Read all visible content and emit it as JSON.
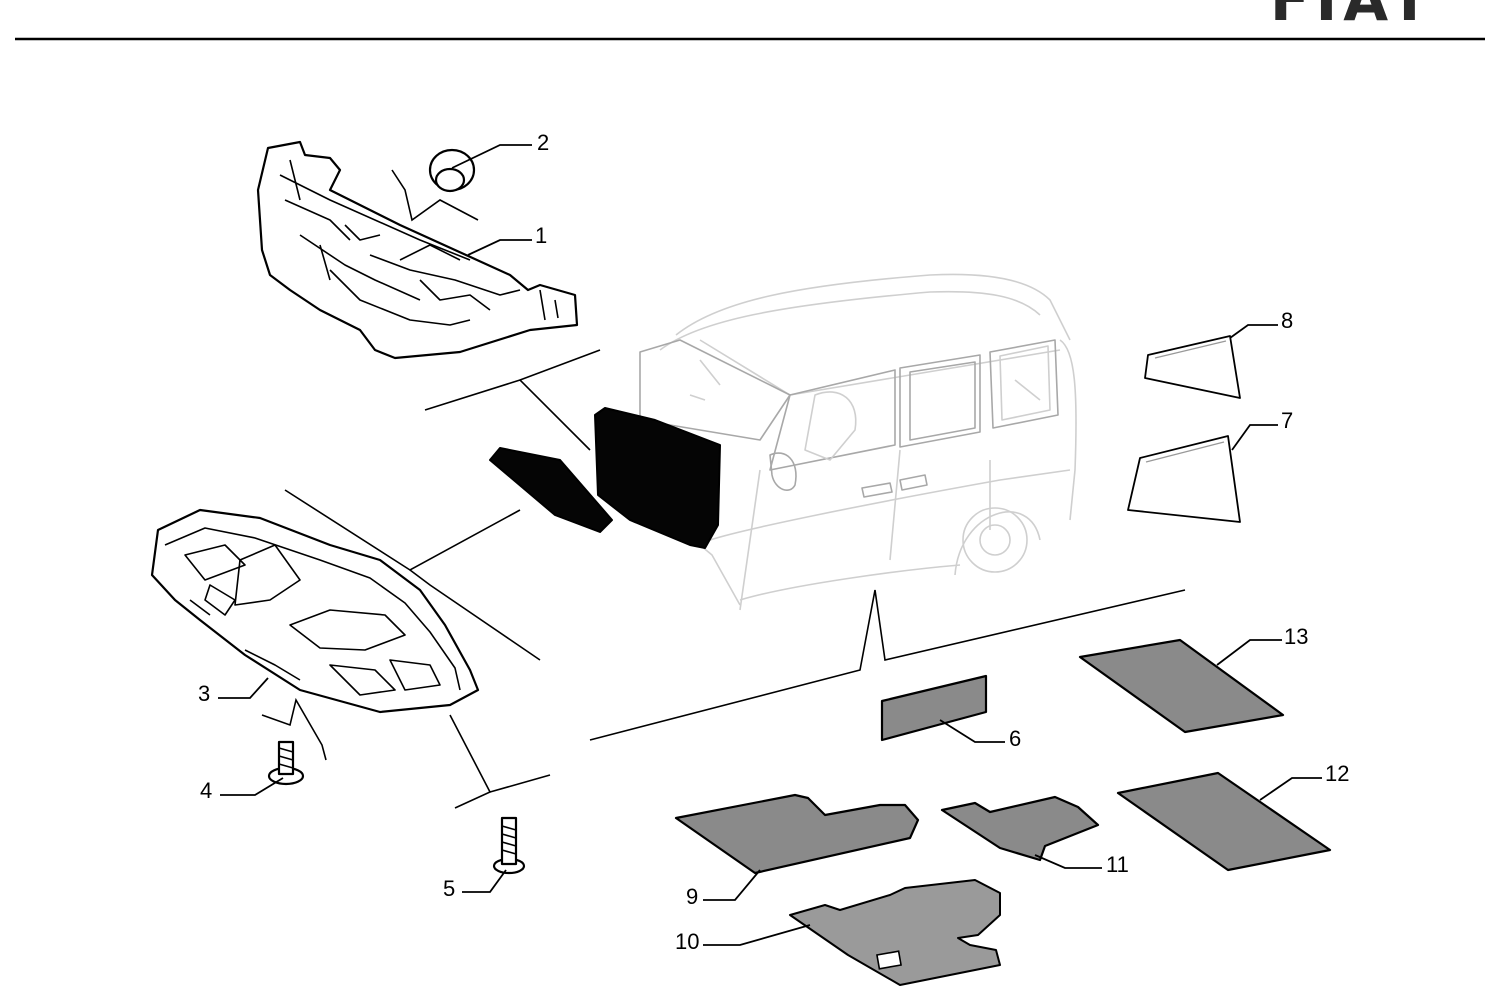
{
  "header": {
    "brand_logo_text": "FIAT"
  },
  "diagram": {
    "callouts": [
      {
        "id": "1",
        "label": "1"
      },
      {
        "id": "2",
        "label": "2"
      },
      {
        "id": "3",
        "label": "3"
      },
      {
        "id": "4",
        "label": "4"
      },
      {
        "id": "5",
        "label": "5"
      },
      {
        "id": "6",
        "label": "6"
      },
      {
        "id": "7",
        "label": "7"
      },
      {
        "id": "8",
        "label": "8"
      },
      {
        "id": "9",
        "label": "9"
      },
      {
        "id": "10",
        "label": "10"
      },
      {
        "id": "11",
        "label": "11"
      },
      {
        "id": "12",
        "label": "12"
      },
      {
        "id": "13",
        "label": "13"
      }
    ],
    "colors": {
      "line": "#000000",
      "mat_fill": "#8a8a8a",
      "vehicle_outline": "#cfcfcf",
      "black_part": "#050505"
    }
  }
}
